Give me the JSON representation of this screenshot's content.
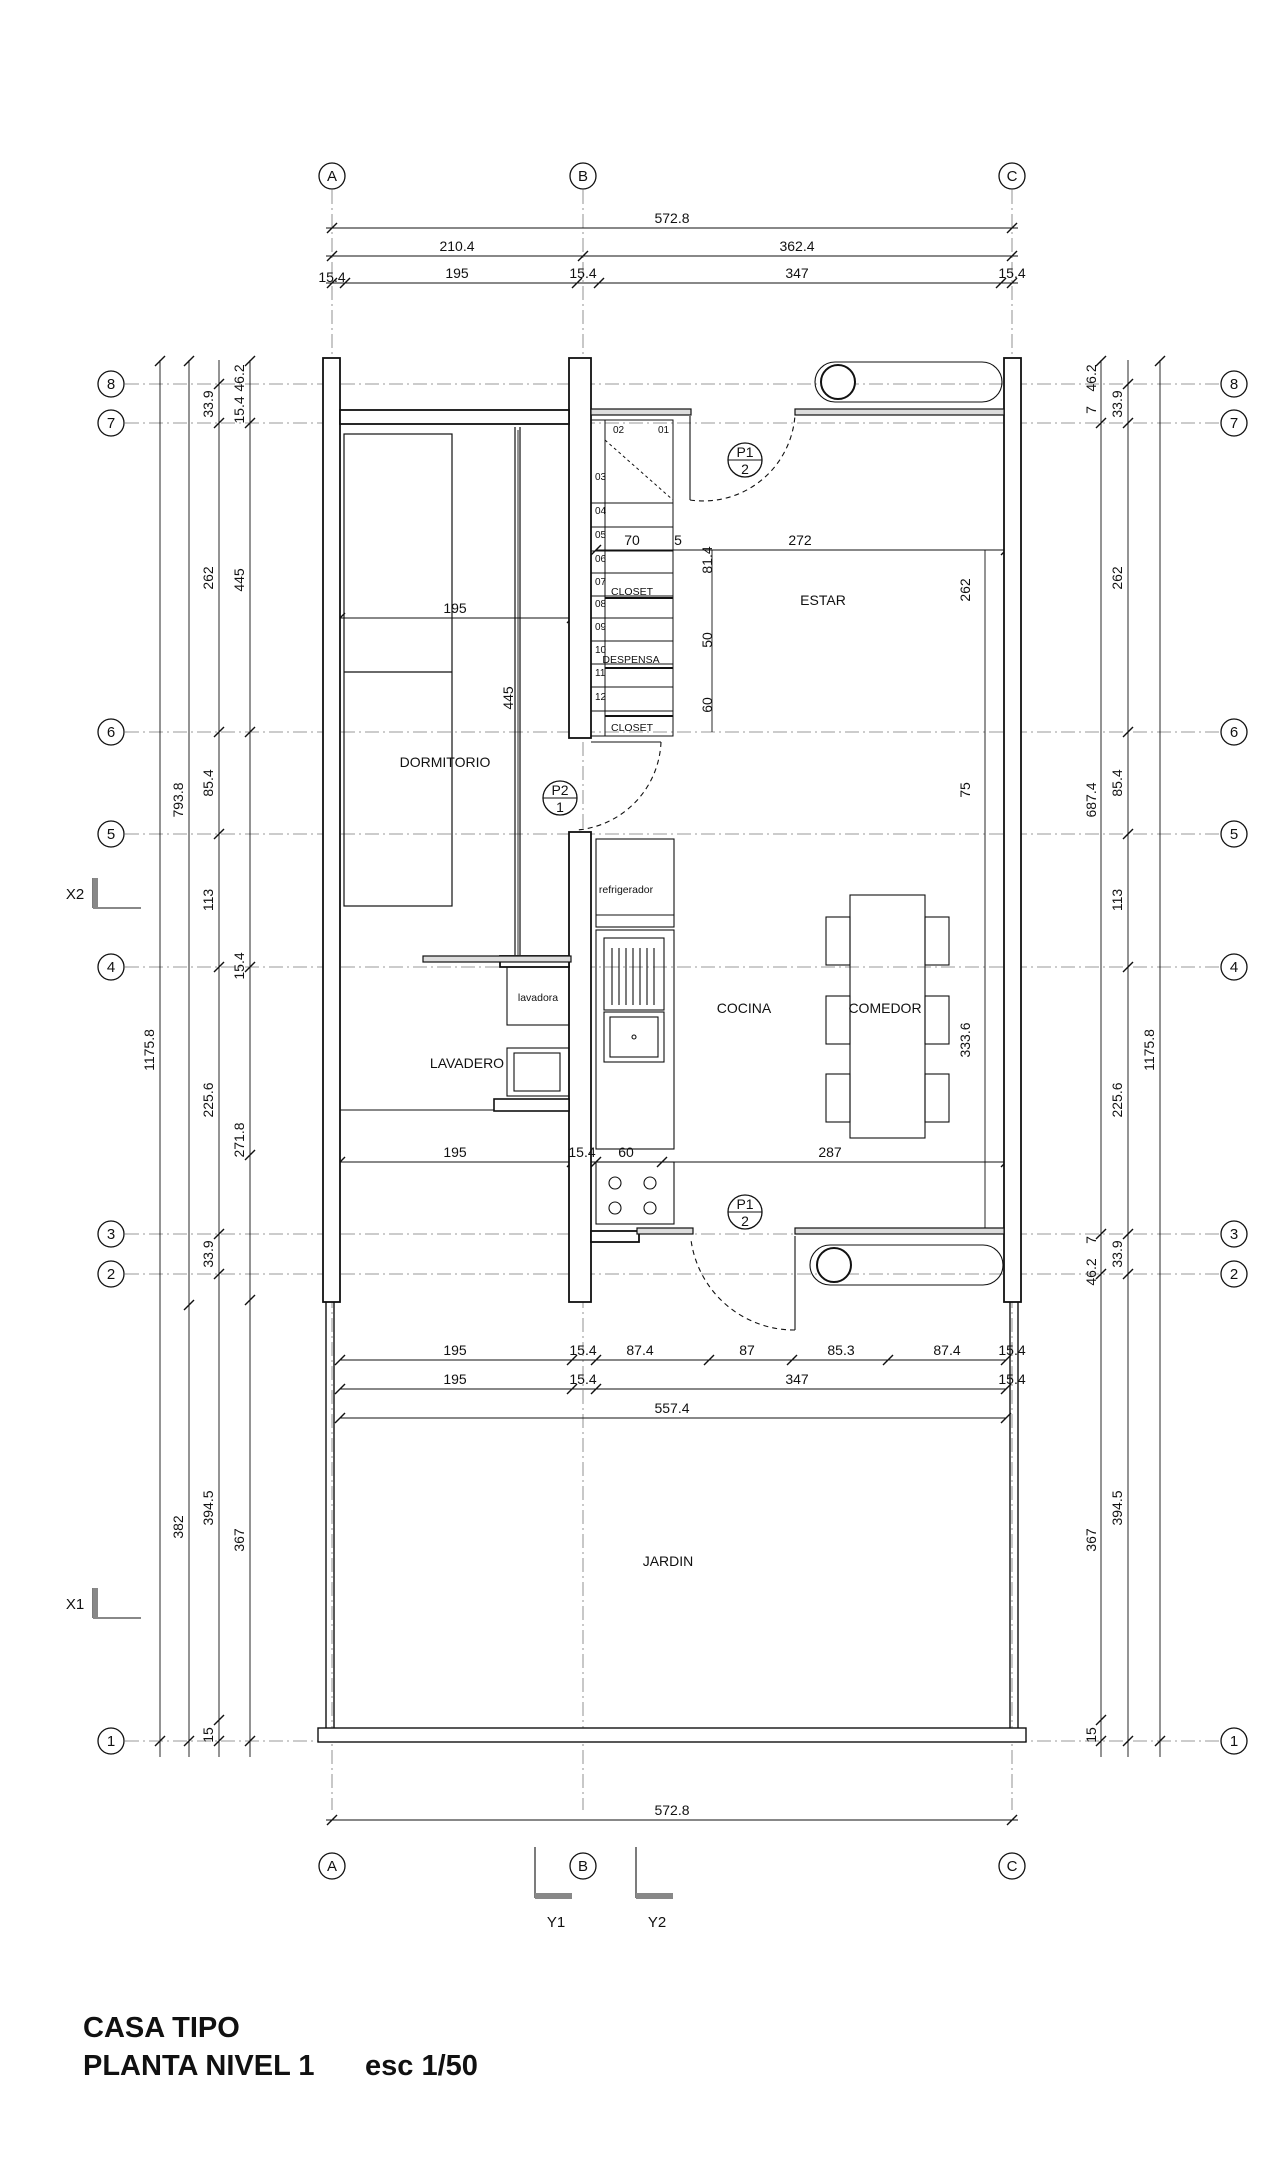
{
  "grid_labels": {
    "cols": [
      "A",
      "B",
      "C"
    ],
    "rows": [
      "1",
      "2",
      "3",
      "4",
      "5",
      "6",
      "7",
      "8"
    ]
  },
  "section_labels": [
    "X1",
    "X2",
    "Y1",
    "Y2"
  ],
  "rooms": {
    "dormitorio": "DORMITORIO",
    "lavadero": "LAVADERO",
    "estar": "ESTAR",
    "cocina": "COCINA",
    "comedor": "COMEDOR",
    "jardin": "JARDIN",
    "closet": "CLOSET",
    "despensa": "DESPENSA",
    "refrigerador": "refrigerador",
    "lavadora": "lavadora"
  },
  "stairs_steps": [
    "01",
    "02",
    "03",
    "04",
    "05",
    "06",
    "07",
    "08",
    "09",
    "10",
    "11",
    "12"
  ],
  "door_tags": {
    "p1": "P1",
    "p1_sub": "2",
    "p2": "P2",
    "p2_sub": "1"
  },
  "dimensions": {
    "top_total": "572.8",
    "top_a": "210.4",
    "top_b": "362.4",
    "top_c1": "15.4",
    "top_c2": "195",
    "top_c3": "15.4",
    "top_c4": "347",
    "top_c5": "15.4",
    "bottom_total": "572.8",
    "left_total": "1175.8",
    "left_a": "793.8",
    "left_b": "382",
    "left_c1": "33.9",
    "left_c2": "262",
    "left_c3": "85.4",
    "left_c4": "113",
    "left_c5": "225.6",
    "left_c6": "33.9",
    "left_c7": "394.5",
    "left_c8": "15",
    "left_d1": "15.4",
    "left_d2": "46.2",
    "left_d3": "445",
    "left_d4": "15.4",
    "left_d5": "271.8",
    "left_d6": "367",
    "right_total": "1175.8",
    "right_a": "687.4",
    "right_b": "367",
    "right_c1": "7",
    "right_c2": "46.2",
    "right_c3": "75",
    "right_c4": "7",
    "right_c5": "46.2",
    "right_c6": "15",
    "right_d1": "33.9",
    "right_d2": "262",
    "right_d3": "85.4",
    "right_d4": "113",
    "right_d5": "225.6",
    "right_d6": "33.9",
    "right_d7": "394.5",
    "int_dorm_w": "195",
    "int_dorm_h": "445",
    "int_estar_w": "272",
    "int_estar_h": "262",
    "int_stair_w": "70",
    "int_stair_5": "5",
    "int_81": "81.4",
    "int_50": "50",
    "int_60v": "60",
    "int_cocina_h": "333.6",
    "int_lav_w": "195",
    "int_154": "15.4",
    "int_60": "60",
    "int_287": "287",
    "jar_r1_a": "195",
    "jar_r1_b": "15.4",
    "jar_r1_c": "87.4",
    "jar_r1_d": "87",
    "jar_r1_e": "85.3",
    "jar_r1_f": "87.4",
    "jar_r1_g": "15.4",
    "jar_r2_a": "195",
    "jar_r2_b": "15.4",
    "jar_r2_c": "347",
    "jar_r2_d": "15.4",
    "jar_r3": "557.4"
  },
  "title": {
    "line1": "CASA TIPO",
    "line2": "PLANTA NIVEL 1",
    "scale": "esc 1/50"
  }
}
